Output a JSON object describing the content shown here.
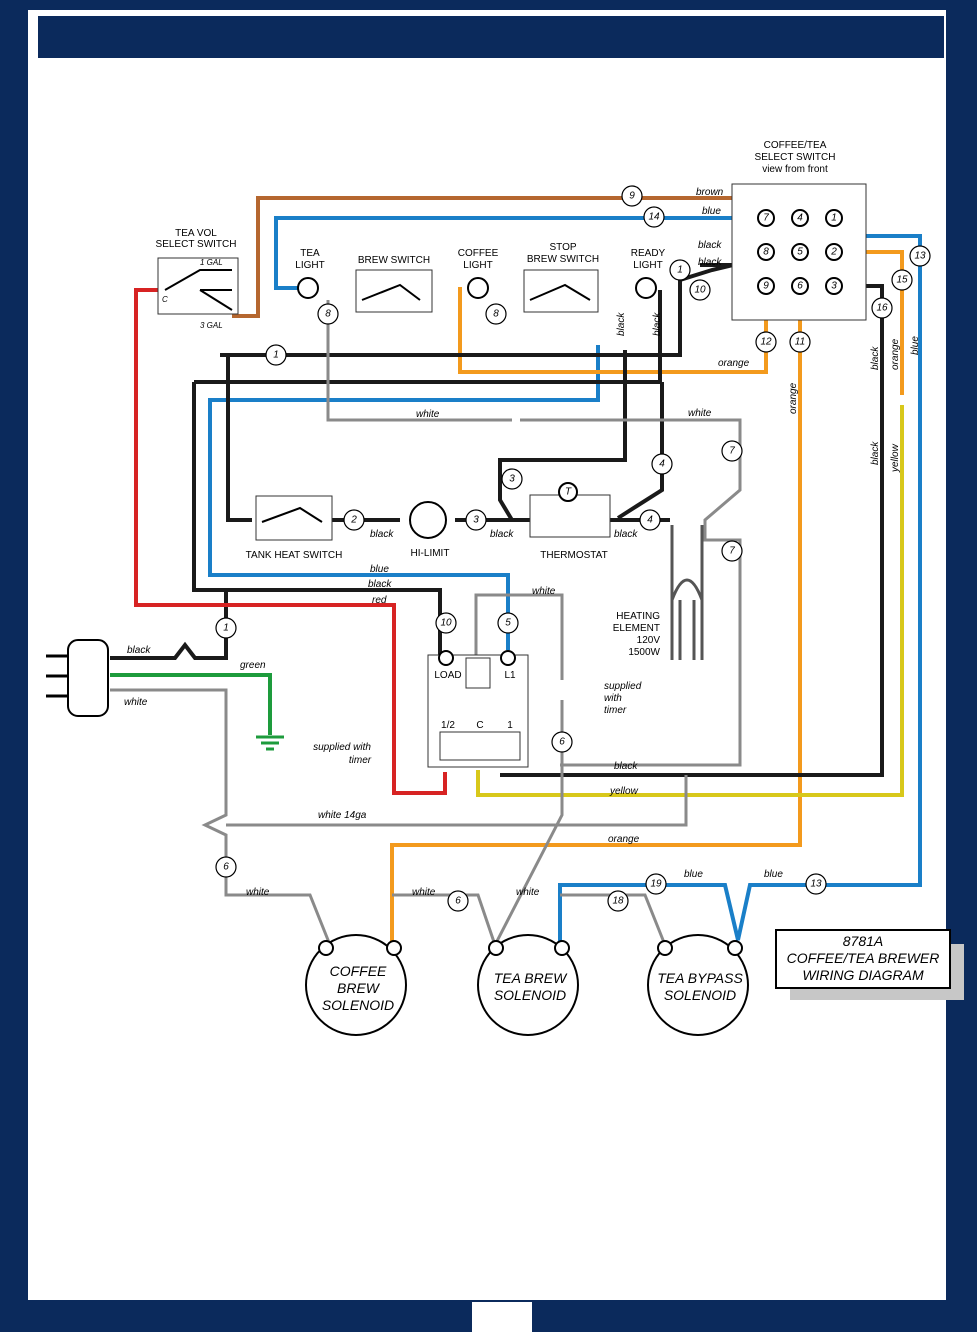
{
  "components": {
    "coffee_tea_switch": [
      "COFFEE/TEA",
      "SELECT SWITCH",
      "view from front"
    ],
    "tea_vol_switch": [
      "TEA VOL",
      "SELECT SWITCH"
    ],
    "tea_vol_1gal": "1 GAL",
    "tea_vol_3gal": "3 GAL",
    "tea_vol_c": "C",
    "tea_light": [
      "TEA",
      "LIGHT"
    ],
    "brew_switch": "BREW SWITCH",
    "coffee_light": [
      "COFFEE",
      "LIGHT"
    ],
    "stop_brew_switch": [
      "STOP",
      "BREW SWITCH"
    ],
    "ready_light": [
      "READY",
      "LIGHT"
    ],
    "tank_heat_switch": "TANK HEAT SWITCH",
    "hi_limit": "HI-LIMIT",
    "thermostat": "THERMOSTAT",
    "thermostat_t": "T",
    "heating_element": [
      "HEATING",
      "ELEMENT",
      "120V",
      "1500W"
    ],
    "timer_load": "LOAD",
    "timer_l1": "L1",
    "timer_half": "1/2",
    "timer_c": "C",
    "timer_1": "1",
    "supplied_with_timer": [
      "supplied with",
      "timer"
    ],
    "supplied_with_timer_2": [
      "supplied",
      "with",
      "timer"
    ],
    "coffee_brew_solenoid": [
      "COFFEE",
      "BREW",
      "SOLENOID"
    ],
    "tea_brew_solenoid": [
      "TEA BREW",
      "SOLENOID"
    ],
    "tea_bypass_solenoid": [
      "TEA BYPASS",
      "SOLENOID"
    ]
  },
  "title_box": [
    "8781A",
    "COFFEE/TEA BREWER",
    "WIRING DIAGRAM"
  ],
  "wire_labels": {
    "brown": "brown",
    "blue": "blue",
    "black": "black",
    "orange": "orange",
    "white": "white",
    "red": "red",
    "green": "green",
    "yellow": "yellow",
    "white14": "white 14ga"
  },
  "wire_numbers": [
    "1",
    "2",
    "3",
    "4",
    "5",
    "6",
    "7",
    "8",
    "9",
    "10",
    "11",
    "12",
    "13",
    "14",
    "15",
    "16",
    "18",
    "19"
  ],
  "switch_terminals": [
    "1",
    "2",
    "3",
    "4",
    "5",
    "6",
    "7",
    "8",
    "9"
  ],
  "colors": {
    "brown": "#b5672f",
    "blue": "#1a7fc8",
    "black": "#1a1a1a",
    "orange": "#f39a1d",
    "red": "#d72323",
    "green": "#1d9b3c",
    "yellow": "#d8c81a",
    "white_wire": "#9a9a9a",
    "navy": "#0b2a5c"
  }
}
